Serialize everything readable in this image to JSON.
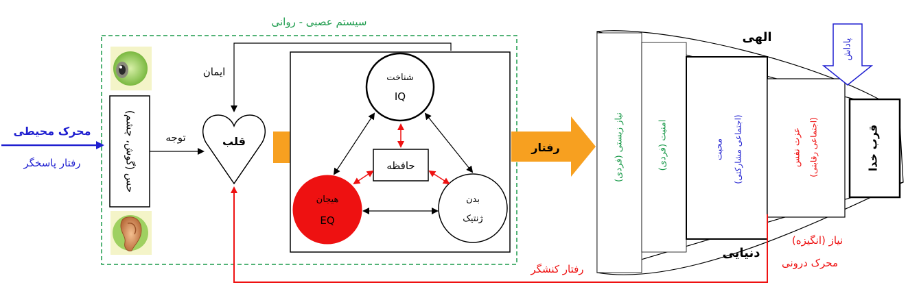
{
  "colors": {
    "green": "#1a9a4a",
    "blue": "#1f1fd0",
    "red": "#ee1111",
    "orange": "#f7a020",
    "eye_green": "#9fd060",
    "skin": "#e8a070",
    "box_bg": "#ffffff"
  },
  "icons": {
    "eye": "eye-icon",
    "ear": "ear-icon",
    "heart": "heart-shape",
    "arrow_down": "arrow-down-icon"
  },
  "labels": {
    "nervous_system": "سیستم عصبی - روانی",
    "environmental_stimulus": "محرک محیطی",
    "responsive_behavior": "رفتار پاسخگر",
    "senses": "حس (گوش، چشم)",
    "attention": "توجه",
    "faith": "ایمان",
    "heart": "قلب",
    "cognition": "شناخت",
    "iq": "IQ",
    "memory": "حافظه",
    "emotion": "هیجان",
    "eq": "EQ",
    "body": "بدن",
    "genetic": "ژنتیک",
    "behavior": "رفتار",
    "active_behavior": "رفتار کنشگر",
    "divine": "الهی",
    "worldly": "دنیایی",
    "reward": "پاداش",
    "need_motivation": "نیاز (انگیزه)",
    "internal_stimulus": "محرک درونی"
  },
  "pyramid": [
    {
      "line1": "نیاز زیستی (فردی)",
      "line2": "",
      "color": "#1a9a4a"
    },
    {
      "line1": "امنیت (فردی)",
      "line2": "",
      "color": "#1a9a4a"
    },
    {
      "line1": "محبت",
      "line2": "(اجتماعی مشارکتی)",
      "color": "#1f1fd0"
    },
    {
      "line1": "عزت نفس",
      "line2": "(اجتماعی رقابتی)",
      "color": "#ee1111"
    },
    {
      "line1": "قرب خدا",
      "line2": "",
      "color": "#000000"
    }
  ]
}
